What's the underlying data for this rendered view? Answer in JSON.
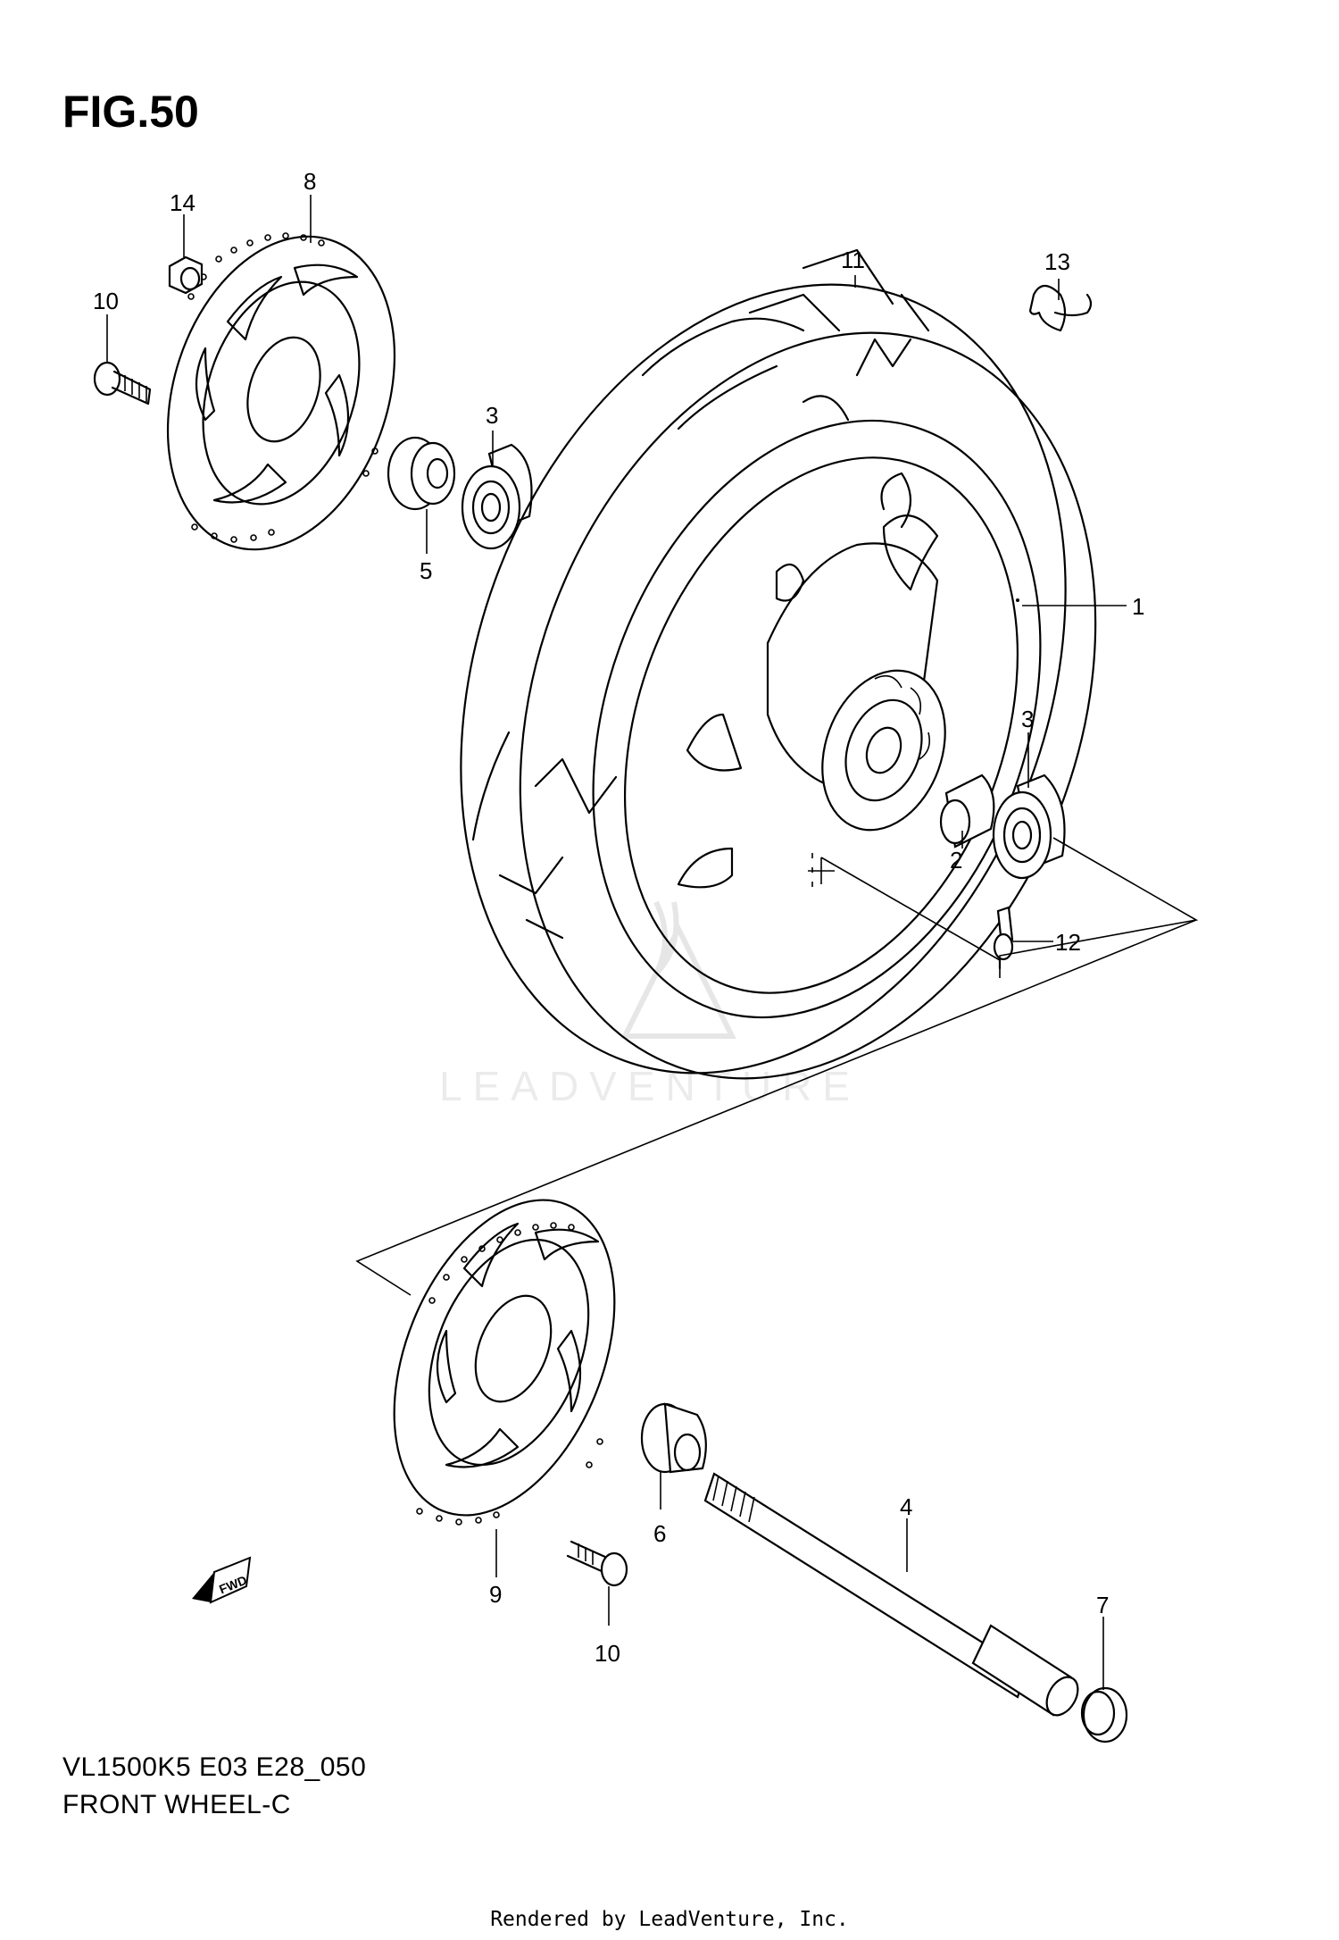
{
  "figure": {
    "title": "FIG.50",
    "model_code": "VL1500K5  E03  E28_050",
    "caption": "FRONT WHEEL-C",
    "rendered_by": "Rendered by LeadVenture, Inc.",
    "watermark": "LEADVENTURE",
    "fwd_badge": "FWD"
  },
  "callouts": [
    {
      "id": "callout-1",
      "label": "1"
    },
    {
      "id": "callout-2",
      "label": "2"
    },
    {
      "id": "callout-3a",
      "label": "3"
    },
    {
      "id": "callout-3b",
      "label": "3"
    },
    {
      "id": "callout-4",
      "label": "4"
    },
    {
      "id": "callout-5",
      "label": "5"
    },
    {
      "id": "callout-6",
      "label": "6"
    },
    {
      "id": "callout-7",
      "label": "7"
    },
    {
      "id": "callout-8",
      "label": "8"
    },
    {
      "id": "callout-9",
      "label": "9"
    },
    {
      "id": "callout-10a",
      "label": "10"
    },
    {
      "id": "callout-10b",
      "label": "10"
    },
    {
      "id": "callout-11",
      "label": "11"
    },
    {
      "id": "callout-12",
      "label": "12"
    },
    {
      "id": "callout-13",
      "label": "13"
    },
    {
      "id": "callout-14",
      "label": "14"
    }
  ]
}
